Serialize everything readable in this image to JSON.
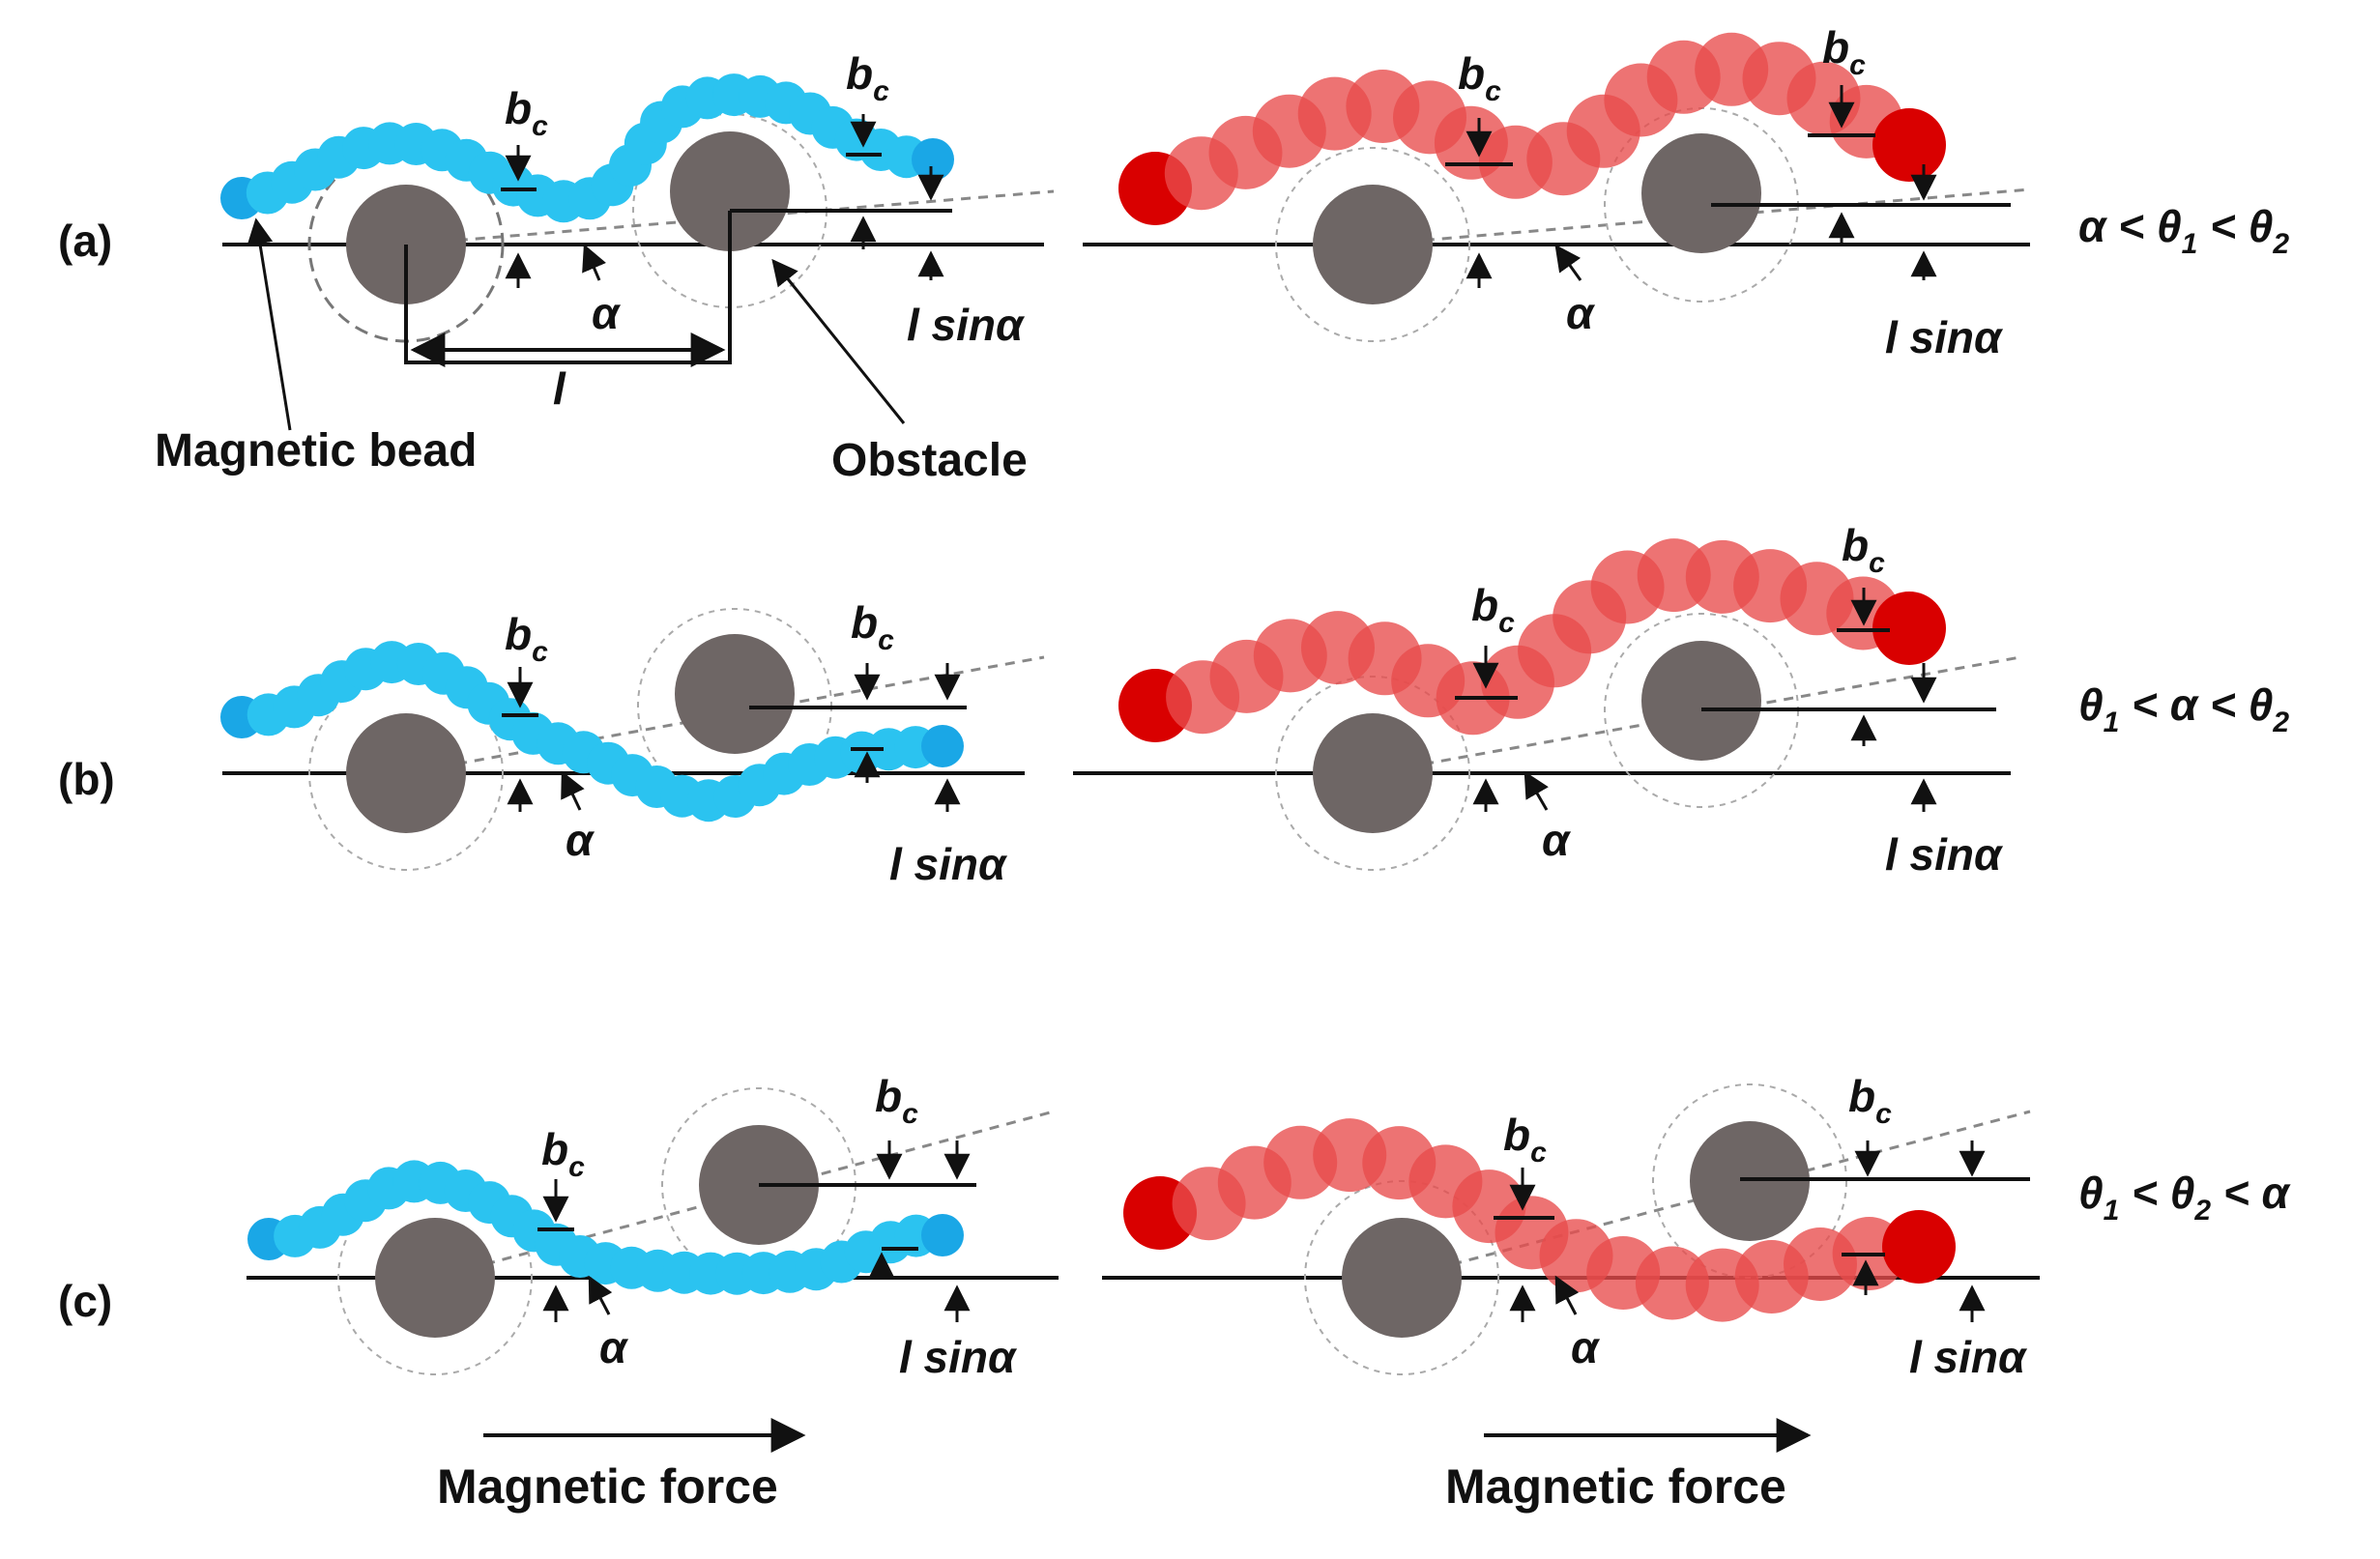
{
  "panels": [
    {
      "id": "a",
      "label": "(a)",
      "condition": [
        "α < θ",
        "1",
        " < θ",
        "2"
      ]
    },
    {
      "id": "b",
      "label": "(b)",
      "condition": [
        "θ",
        "1",
        " < α < θ",
        "2"
      ]
    },
    {
      "id": "c",
      "label": "(c)",
      "condition": [
        "θ",
        "1",
        " < θ",
        "2",
        " < α"
      ]
    }
  ],
  "symbols": {
    "bc": "b",
    "bc_sub": "c",
    "alpha": "α",
    "l": "l",
    "lsin": "l sinα"
  },
  "annotations": {
    "magnetic_bead": "Magnetic bead",
    "obstacle": "Obstacle",
    "magnetic_force": "Magnetic force"
  },
  "colors": {
    "small_bead": "#2BC3F0",
    "small_bead_end": "#1AA7E6",
    "large_bead": "#E84C4C",
    "large_bead_end": "#D90000",
    "obstacle": "#6E6665",
    "line": "#111111",
    "dashed": "#888888"
  }
}
